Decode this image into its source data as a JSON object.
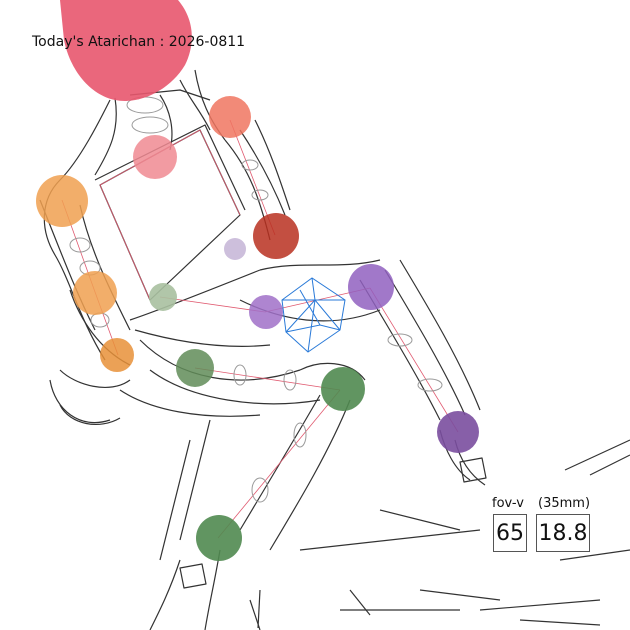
{
  "title": "Today's Atarichan : 2026-0811",
  "camera": {
    "fov_label": "fov-v",
    "fov_value": "65",
    "focal_label": "(35mm)",
    "focal_value": "18.8"
  },
  "colors": {
    "head": "#e8566e",
    "neck": "#f08a92",
    "shoulder_r": "#f07560",
    "upper_arm_r": "#b83020",
    "hand_r": "#c8b8d8",
    "shoulder_l": "#f0a050",
    "elbow_l": "#f0a050",
    "hand_l": "#e89038",
    "chest_small": "#a8c0a0",
    "hip_l": "#608c58",
    "knee_l": "#508a50",
    "foot_l": "#508a50",
    "hip_r": "#a070c8",
    "knee_r": "#9060c0",
    "foot_r": "#7a4e9e",
    "pelvis_mesh": "#2a7ad8",
    "sketch": "#333333",
    "bone_line": "#e05a70",
    "ring": "#9a9a9a"
  }
}
